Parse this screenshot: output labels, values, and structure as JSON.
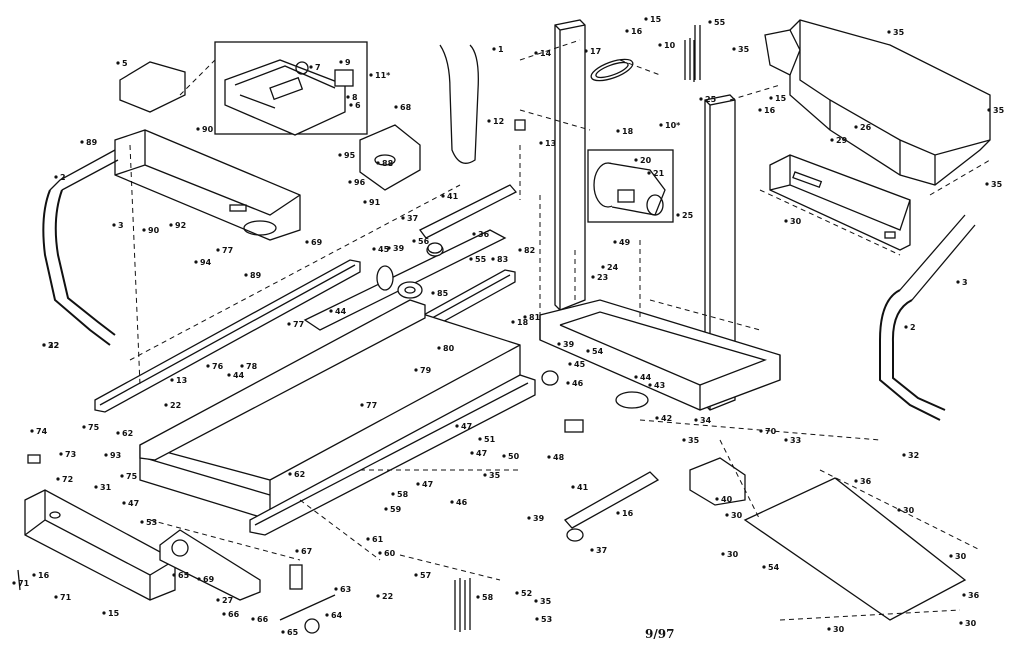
{
  "date_code": "9/97",
  "callouts": [
    {
      "id": "c1",
      "text": "1"
    },
    {
      "id": "c2a",
      "text": "2"
    },
    {
      "id": "c2b",
      "text": "2"
    },
    {
      "id": "c3a",
      "text": "3"
    },
    {
      "id": "c3b",
      "text": "3"
    },
    {
      "id": "c5",
      "text": "5"
    },
    {
      "id": "c6",
      "text": "6"
    },
    {
      "id": "c7",
      "text": "7"
    },
    {
      "id": "c8",
      "text": "8"
    },
    {
      "id": "c9",
      "text": "9"
    },
    {
      "id": "c10",
      "text": "10"
    },
    {
      "id": "c10s",
      "text": "10*"
    },
    {
      "id": "c11s",
      "text": "11*"
    },
    {
      "id": "c12",
      "text": "12"
    },
    {
      "id": "c13a",
      "text": "13"
    },
    {
      "id": "c13b",
      "text": "13"
    },
    {
      "id": "c14",
      "text": "14"
    },
    {
      "id": "c15a",
      "text": "15"
    },
    {
      "id": "c15b",
      "text": "15"
    },
    {
      "id": "c15c",
      "text": "15"
    },
    {
      "id": "c16a",
      "text": "16"
    },
    {
      "id": "c16b",
      "text": "16"
    },
    {
      "id": "c16c",
      "text": "16"
    },
    {
      "id": "c16d",
      "text": "16"
    },
    {
      "id": "c17",
      "text": "17"
    },
    {
      "id": "c18a",
      "text": "18"
    },
    {
      "id": "c18b",
      "text": "18"
    },
    {
      "id": "c20",
      "text": "20"
    },
    {
      "id": "c21",
      "text": "21"
    },
    {
      "id": "c22a",
      "text": "22"
    },
    {
      "id": "c22b",
      "text": "22"
    },
    {
      "id": "c22c",
      "text": "22"
    },
    {
      "id": "c23",
      "text": "23"
    },
    {
      "id": "c24",
      "text": "24"
    },
    {
      "id": "c25a",
      "text": "25"
    },
    {
      "id": "c25b",
      "text": "25"
    },
    {
      "id": "c26",
      "text": "26"
    },
    {
      "id": "c27",
      "text": "27"
    },
    {
      "id": "c29",
      "text": "29"
    },
    {
      "id": "c30a",
      "text": "30"
    },
    {
      "id": "c30b",
      "text": "30"
    },
    {
      "id": "c30c",
      "text": "30"
    },
    {
      "id": "c30d",
      "text": "30"
    },
    {
      "id": "c30e",
      "text": "30"
    },
    {
      "id": "c30f",
      "text": "30"
    },
    {
      "id": "c30g",
      "text": "30"
    },
    {
      "id": "c31",
      "text": "31"
    },
    {
      "id": "c32a",
      "text": "32"
    },
    {
      "id": "c32b",
      "text": "32"
    },
    {
      "id": "c33",
      "text": "33"
    },
    {
      "id": "c34",
      "text": "34"
    },
    {
      "id": "c35a",
      "text": "35"
    },
    {
      "id": "c35b",
      "text": "35"
    },
    {
      "id": "c35c",
      "text": "35"
    },
    {
      "id": "c35d",
      "text": "35"
    },
    {
      "id": "c35e",
      "text": "35"
    },
    {
      "id": "c35f",
      "text": "35"
    },
    {
      "id": "c35g",
      "text": "35"
    },
    {
      "id": "c36a",
      "text": "36"
    },
    {
      "id": "c36b",
      "text": "36"
    },
    {
      "id": "c36c",
      "text": "36"
    },
    {
      "id": "c37a",
      "text": "37"
    },
    {
      "id": "c37b",
      "text": "37"
    },
    {
      "id": "c39a",
      "text": "39"
    },
    {
      "id": "c39b",
      "text": "39"
    },
    {
      "id": "c39c",
      "text": "39"
    },
    {
      "id": "c40",
      "text": "40"
    },
    {
      "id": "c41a",
      "text": "41"
    },
    {
      "id": "c41b",
      "text": "41"
    },
    {
      "id": "c42",
      "text": "42"
    },
    {
      "id": "c43",
      "text": "43"
    },
    {
      "id": "c44a",
      "text": "44"
    },
    {
      "id": "c44b",
      "text": "44"
    },
    {
      "id": "c44c",
      "text": "44"
    },
    {
      "id": "c45a",
      "text": "45"
    },
    {
      "id": "c45b",
      "text": "45"
    },
    {
      "id": "c46a",
      "text": "46"
    },
    {
      "id": "c46b",
      "text": "46"
    },
    {
      "id": "c47a",
      "text": "47"
    },
    {
      "id": "c47b",
      "text": "47"
    },
    {
      "id": "c47c",
      "text": "47"
    },
    {
      "id": "c47d",
      "text": "47"
    },
    {
      "id": "c48",
      "text": "48"
    },
    {
      "id": "c49",
      "text": "49"
    },
    {
      "id": "c50",
      "text": "50"
    },
    {
      "id": "c51",
      "text": "51"
    },
    {
      "id": "c52",
      "text": "52"
    },
    {
      "id": "c53a",
      "text": "53"
    },
    {
      "id": "c53b",
      "text": "53"
    },
    {
      "id": "c54a",
      "text": "54"
    },
    {
      "id": "c54b",
      "text": "54"
    },
    {
      "id": "c55a",
      "text": "55"
    },
    {
      "id": "c55b",
      "text": "55"
    },
    {
      "id": "c56",
      "text": "56"
    },
    {
      "id": "c57",
      "text": "57"
    },
    {
      "id": "c58a",
      "text": "58"
    },
    {
      "id": "c58b",
      "text": "58"
    },
    {
      "id": "c59",
      "text": "59"
    },
    {
      "id": "c60",
      "text": "60"
    },
    {
      "id": "c61",
      "text": "61"
    },
    {
      "id": "c62a",
      "text": "62"
    },
    {
      "id": "c62b",
      "text": "62"
    },
    {
      "id": "c63",
      "text": "63"
    },
    {
      "id": "c64",
      "text": "64"
    },
    {
      "id": "c65a",
      "text": "65"
    },
    {
      "id": "c65b",
      "text": "65"
    },
    {
      "id": "c66a",
      "text": "66"
    },
    {
      "id": "c66b",
      "text": "66"
    },
    {
      "id": "c67",
      "text": "67"
    },
    {
      "id": "c68",
      "text": "68"
    },
    {
      "id": "c69a",
      "text": "69"
    },
    {
      "id": "c69b",
      "text": "69"
    },
    {
      "id": "c70",
      "text": "70"
    },
    {
      "id": "c71a",
      "text": "71"
    },
    {
      "id": "c71b",
      "text": "71"
    },
    {
      "id": "c72",
      "text": "72"
    },
    {
      "id": "c73",
      "text": "73"
    },
    {
      "id": "c74",
      "text": "74"
    },
    {
      "id": "c75a",
      "text": "75"
    },
    {
      "id": "c75b",
      "text": "75"
    },
    {
      "id": "c76",
      "text": "76"
    },
    {
      "id": "c77a",
      "text": "77"
    },
    {
      "id": "c77b",
      "text": "77"
    },
    {
      "id": "c77c",
      "text": "77"
    },
    {
      "id": "c78",
      "text": "78"
    },
    {
      "id": "c79",
      "text": "79"
    },
    {
      "id": "c80",
      "text": "80"
    },
    {
      "id": "c81",
      "text": "81"
    },
    {
      "id": "c82",
      "text": "82"
    },
    {
      "id": "c83",
      "text": "83"
    },
    {
      "id": "c85",
      "text": "85"
    },
    {
      "id": "c88",
      "text": "88"
    },
    {
      "id": "c89a",
      "text": "89"
    },
    {
      "id": "c89b",
      "text": "89"
    },
    {
      "id": "c90a",
      "text": "90"
    },
    {
      "id": "c90b",
      "text": "90"
    },
    {
      "id": "c91",
      "text": "91"
    },
    {
      "id": "c92",
      "text": "92"
    },
    {
      "id": "c93",
      "text": "93"
    },
    {
      "id": "c94",
      "text": "94"
    },
    {
      "id": "c95",
      "text": "95"
    },
    {
      "id": "c96",
      "text": "96"
    }
  ]
}
